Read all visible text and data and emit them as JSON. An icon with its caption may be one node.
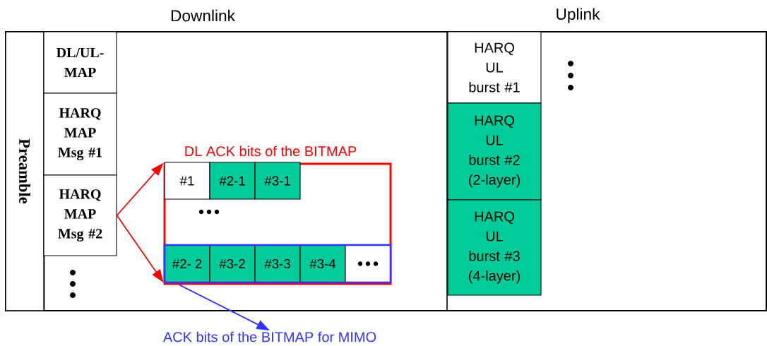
{
  "diagram": {
    "nodes": [
      {
        "text": [
          "Preamble"
        ]
      },
      {
        "text": [
          "DL/UL-MAP"
        ]
      },
      {
        "text": [
          "HARQ MAP Msg #1"
        ]
      },
      {
        "text": [
          "HARQ MAP Msg #2"
        ]
      },
      {
        "text": [
          "DL ACK bits of the BITMAP"
        ]
      },
      {
        "text": [
          "#1"
        ],
        "in": 4
      },
      {
        "text": [
          "#2-1"
        ],
        "in": 4
      },
      {
        "text": [
          "#3-1"
        ],
        "in": 4
      },
      {
        "text": [],
        "shape": "box",
        "in": 4
      },
      {
        "text": [
          "#2- 2"
        ],
        "in": 8
      },
      {
        "text": [
          "#3-2"
        ],
        "in": 8
      },
      {
        "text": [
          "#3-3"
        ],
        "in": 8
      },
      {
        "text": [
          "#3-4"
        ],
        "in": 8
      },
      {
        "text": [],
        "shape": "box",
        "in": 8
      },
      {
        "text": [
          "ACK bits of the BITMAP for MIMO"
        ]
      },
      {
        "text": [
          "HARQ UL burst #1"
        ]
      },
      {
        "text": [
          "HARQ UL burst #2 (2-layer)"
        ]
      },
      {
        "text": [
          "HARQ UL burst #3 (4-layer)"
        ]
      }
    ],
    "edges": [
      {
        "from": 3,
        "to": 4,
        "arrow": "to",
        "color": "#ff0000"
      },
      {
        "from": 3,
        "to": 8,
        "arrow": "to",
        "color": "#ff0000"
      },
      {
        "from": 8,
        "to": 14,
        "arrow": "to",
        "color": "#3333ff"
      }
    ],
    "labels": [
      "Downlink",
      "Uplink"
    ]
  }
}
